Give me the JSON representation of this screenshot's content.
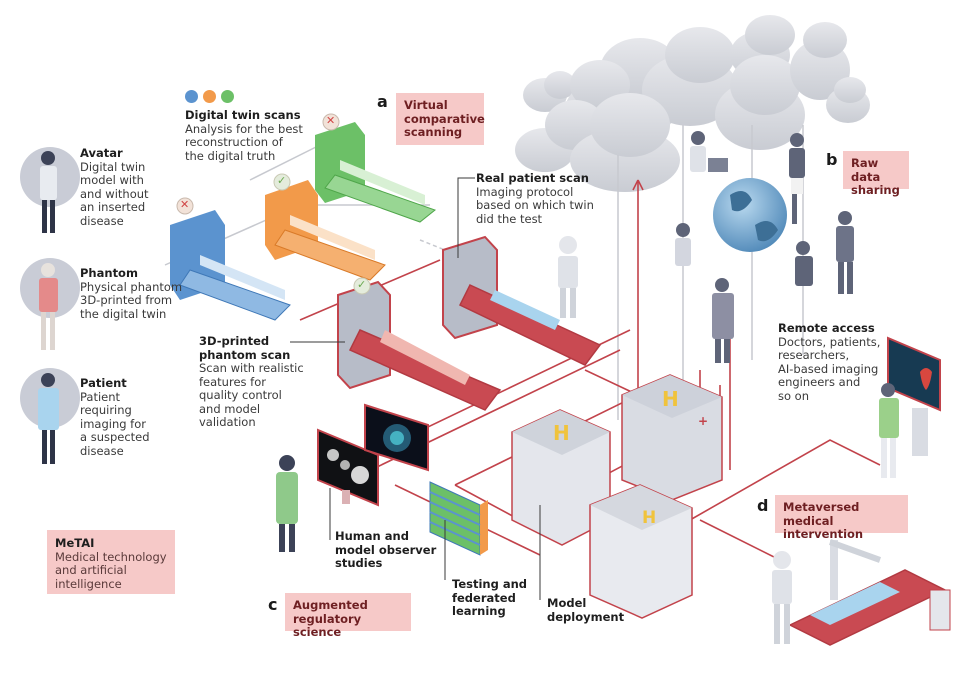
{
  "figure": {
    "title": "MeTAI",
    "subtitle": "Medical technology and artificial intelligence"
  },
  "colors": {
    "accent_red": "#c2434b",
    "label_bg": "#f6c9c8",
    "label_text": "#6e1f22",
    "scanner_blue": "#5b93cf",
    "scanner_orange": "#f29a4a",
    "scanner_green": "#6cc067",
    "cloud": "#d9dbe0",
    "figure_slate": "#5e6478"
  },
  "subjects": [
    {
      "title": "Avatar",
      "desc_lines": [
        "Digital twin",
        "model with",
        "and without",
        "an inserted",
        "disease"
      ]
    },
    {
      "title": "Phantom",
      "desc_lines": [
        "Physical phantom",
        "3D-printed from",
        "the digital twin"
      ]
    },
    {
      "title": "Patient",
      "desc_lines": [
        "Patient",
        "requiring",
        "imaging for",
        "a suspected",
        "disease"
      ]
    }
  ],
  "legend_dots": [
    "blue",
    "orange",
    "green"
  ],
  "digital_twin": {
    "title": "Digital twin scans",
    "desc_lines": [
      "Analysis for the best",
      "reconstruction of",
      "the digital truth"
    ],
    "scanner_status": {
      "blue": "rejected",
      "orange": "selected",
      "green": "rejected"
    }
  },
  "phantom_scan": {
    "title_lines": [
      "3D-printed",
      "phantom scan"
    ],
    "desc_lines": [
      "Scan with realistic",
      "features for",
      "quality control",
      "and model",
      "validation"
    ],
    "status": "selected"
  },
  "real_scan": {
    "title": "Real patient scan",
    "desc_lines": [
      "Imaging protocol",
      "based on which twin",
      "did the test"
    ]
  },
  "sections": {
    "a": {
      "letter": "a",
      "label_lines": [
        "Virtual",
        "comparative",
        "scanning"
      ]
    },
    "b": {
      "letter": "b",
      "label_lines": [
        "Raw data",
        "sharing"
      ]
    },
    "c": {
      "letter": "c",
      "label_lines": [
        "Augmented",
        "regulatory science"
      ]
    },
    "d": {
      "letter": "d",
      "label_lines": [
        "Metaversed",
        "medical intervention"
      ]
    }
  },
  "remote_access": {
    "title": "Remote access",
    "desc_lines": [
      "Doctors, patients,",
      "researchers,",
      "AI-based imaging",
      "engineers and",
      "so on"
    ]
  },
  "regulatory": {
    "observer": [
      "Human and",
      "model observer",
      "studies"
    ],
    "testing": [
      "Testing and",
      "federated",
      "learning"
    ],
    "deployment": [
      "Model",
      "deployment"
    ]
  },
  "metai": {
    "title": "MeTAI",
    "desc_lines": [
      "Medical technology",
      "and artificial",
      "intelligence"
    ]
  },
  "icons": {
    "reject": "✕",
    "accept": "✓",
    "hospital": "H",
    "cross": "+"
  }
}
